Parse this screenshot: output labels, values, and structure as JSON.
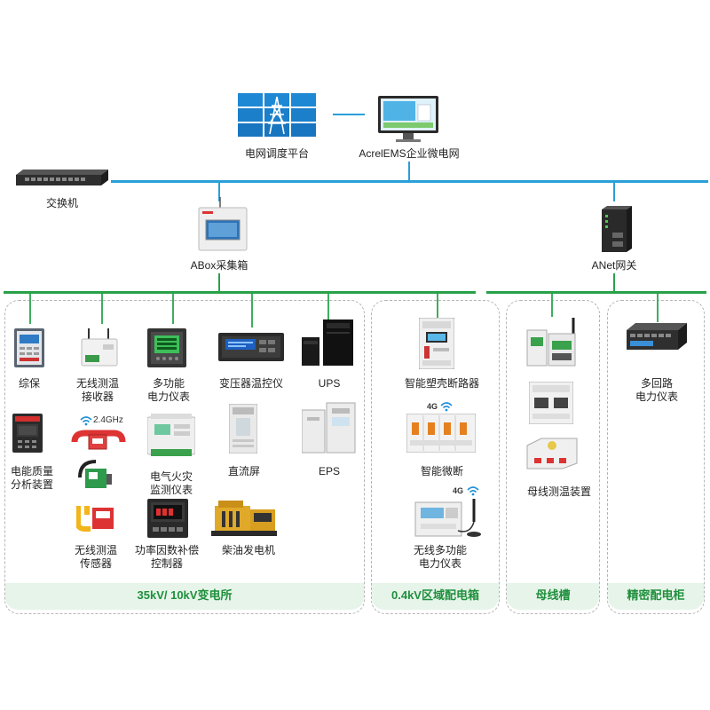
{
  "top": {
    "grid_platform": "电网调度平台",
    "ems": "AcrelEMS企业微电网",
    "switch": "交换机"
  },
  "gateways": {
    "abox": "ABox采集箱",
    "anet": "ANet网关"
  },
  "devices": {
    "zongbao": "综保",
    "wireless_recv_1": "无线测温",
    "wireless_recv_2": "接收器",
    "multi_meter_1": "多功能",
    "multi_meter_2": "电力仪表",
    "transformer_temp": "变压器温控仪",
    "ups": "UPS",
    "pq_1": "电能质量",
    "pq_2": "分析装置",
    "ghz": "2.4GHz",
    "fire_1": "电气火灾",
    "fire_2": "监测仪表",
    "dc_screen": "直流屏",
    "eps": "EPS",
    "sensor_1": "无线测温",
    "sensor_2": "传感器",
    "pf_1": "功率因数补偿",
    "pf_2": "控制器",
    "diesel": "柴油发电机",
    "mccb": "智能塑壳断路器",
    "mcb_4g": "4G",
    "mcb": "智能微断",
    "wireless_meter_4g": "4G",
    "wireless_meter_1": "无线多功能",
    "wireless_meter_2": "电力仪表",
    "bus_temp": "母线测温装置",
    "multi_loop_1": "多回路",
    "multi_loop_2": "电力仪表"
  },
  "zones": {
    "substation": "35kV/ 10kV变电所",
    "distribution": "0.4kV区域配电箱",
    "busway": "母线槽",
    "cabinet": "精密配电柜"
  },
  "colors": {
    "blue_line": "#2a9fd8",
    "green_line": "#29a14a",
    "zone_footer_bg": "#e6f4e9",
    "zone_footer_text": "#1f8f3c"
  }
}
